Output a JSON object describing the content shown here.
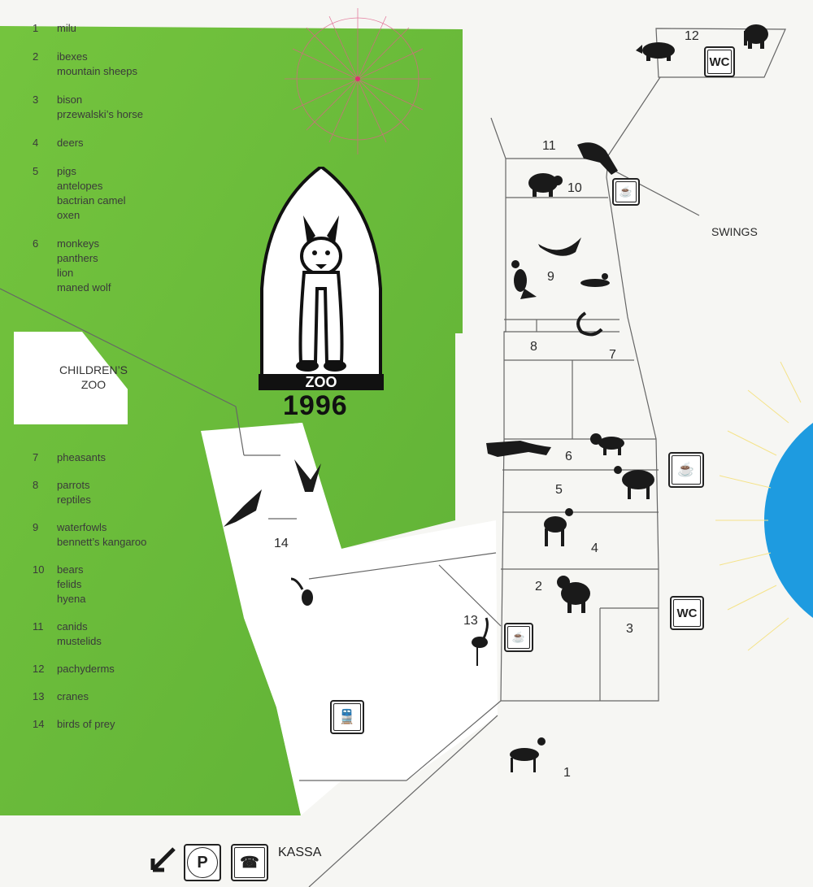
{
  "legend_top": [
    {
      "num": "1",
      "names": [
        "milu"
      ]
    },
    {
      "num": "2",
      "names": [
        "ibexes",
        "mountain sheeps"
      ]
    },
    {
      "num": "3",
      "names": [
        "bison",
        "przewalski’s horse"
      ]
    },
    {
      "num": "4",
      "names": [
        "deers"
      ]
    },
    {
      "num": "5",
      "names": [
        "pigs",
        "antelopes",
        "bactrian camel",
        "oxen"
      ]
    },
    {
      "num": "6",
      "names": [
        "monkeys",
        "panthers",
        "lion",
        "maned wolf"
      ]
    }
  ],
  "legend_bottom": [
    {
      "num": "7",
      "names": [
        "pheasants"
      ]
    },
    {
      "num": "8",
      "names": [
        "parrots",
        "reptiles"
      ]
    },
    {
      "num": "9",
      "names": [
        "waterfowls",
        "bennett’s kangaroo"
      ]
    },
    {
      "num": "10",
      "names": [
        "bears",
        "felids",
        "hyena"
      ]
    },
    {
      "num": "11",
      "names": [
        "canids",
        "mustelids"
      ]
    },
    {
      "num": "12",
      "names": [
        "pachyderms"
      ]
    },
    {
      "num": "13",
      "names": [
        "cranes"
      ]
    },
    {
      "num": "14",
      "names": [
        "birds of prey"
      ]
    }
  ],
  "children_zoo": [
    "CHILDREN’S",
    "ZOO"
  ],
  "logo": {
    "word": "ZOO",
    "year": "1996"
  },
  "labels": {
    "swings": "SWINGS",
    "kassa": "KASSA",
    "wc": "WC",
    "parking": "P"
  },
  "area_numbers": {
    "n1": "1",
    "n2": "2",
    "n3": "3",
    "n4": "4",
    "n5": "5",
    "n6": "6",
    "n7": "7",
    "n8": "8",
    "n9": "9",
    "n10": "10",
    "n11": "11",
    "n12": "12",
    "n13": "13",
    "n14": "14"
  },
  "colors": {
    "park_green": "#6cbf3c",
    "lake_blue": "#1e9be0",
    "path_white": "#ffffff",
    "background": "#f6f6f3",
    "lines": "#555555"
  },
  "icons": [
    "cafe-icon",
    "wc-icon",
    "train-icon",
    "parking-icon",
    "telephone-icon",
    "arrow-icon"
  ]
}
